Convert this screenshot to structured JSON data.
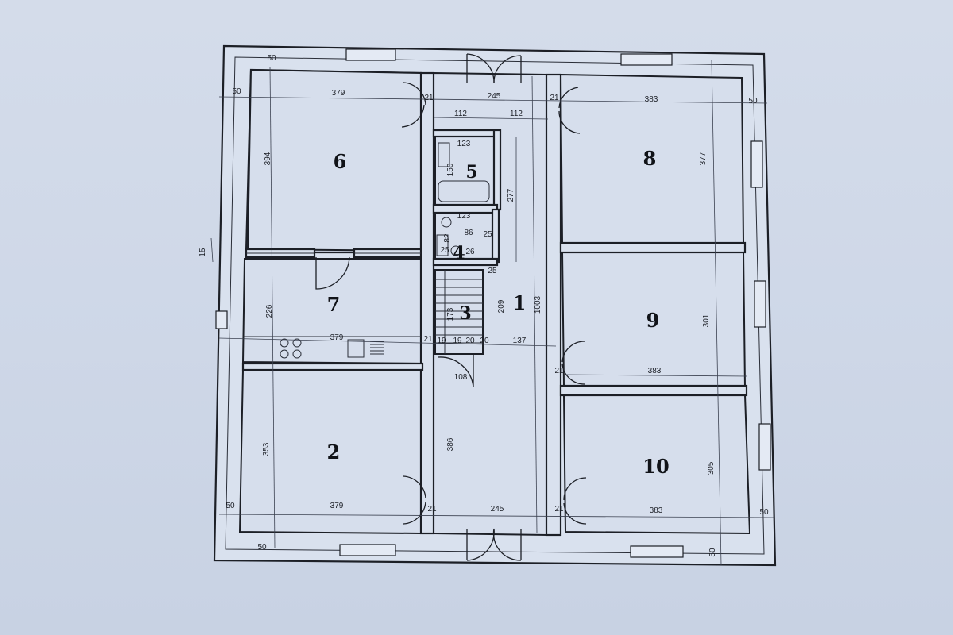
{
  "rooms": [
    {
      "id": "6",
      "label": "6"
    },
    {
      "id": "8",
      "label": "8"
    },
    {
      "id": "5",
      "label": "5"
    },
    {
      "id": "4",
      "label": "4"
    },
    {
      "id": "7",
      "label": "7"
    },
    {
      "id": "3",
      "label": "3"
    },
    {
      "id": "1",
      "label": "1"
    },
    {
      "id": "9",
      "label": "9"
    },
    {
      "id": "2",
      "label": "2"
    },
    {
      "id": "10",
      "label": "10"
    }
  ],
  "dims": {
    "wall_top_left": "50",
    "wall_left_top": "50",
    "room6_width": "379",
    "hall_top_door": "21",
    "hall_top_width": "245",
    "hall_inner": "112",
    "hall_small": "112",
    "right_top_door": "21",
    "room8_width": "383",
    "wall_right_top": "50",
    "room6_height": "394",
    "room8_height": "377",
    "room5_width": "123",
    "room5_height": "150",
    "hall_height_277": "277",
    "room4_width": "123",
    "room4_a": "82",
    "room4_b": "86",
    "room4_c": "25",
    "room4_d": "25",
    "room4_e": "26",
    "room7_height": "226",
    "room7_width": "379",
    "stair_a": "21",
    "stair_b": "19",
    "stair_c": "19",
    "stair_d": "20",
    "stair_e": "20",
    "hall_137": "137",
    "stair_209": "209",
    "stair_173": "173",
    "hall_1003": "1003",
    "room9_height": "301",
    "room9_width": "383",
    "room9_door": "21",
    "room4_side": "25",
    "stair_108": "108",
    "side_left": "15",
    "room2_height": "353",
    "hall_386": "386",
    "room10_height": "305",
    "wall_left_bottom": "50",
    "room2_width": "379",
    "hall_bottom_door": "21",
    "hall_bottom_width": "245",
    "right_bottom_door": "21",
    "room10_width": "383",
    "wall_right_bottom": "50",
    "wall_bottom_left": "50",
    "wall_bottom_right": "50"
  }
}
